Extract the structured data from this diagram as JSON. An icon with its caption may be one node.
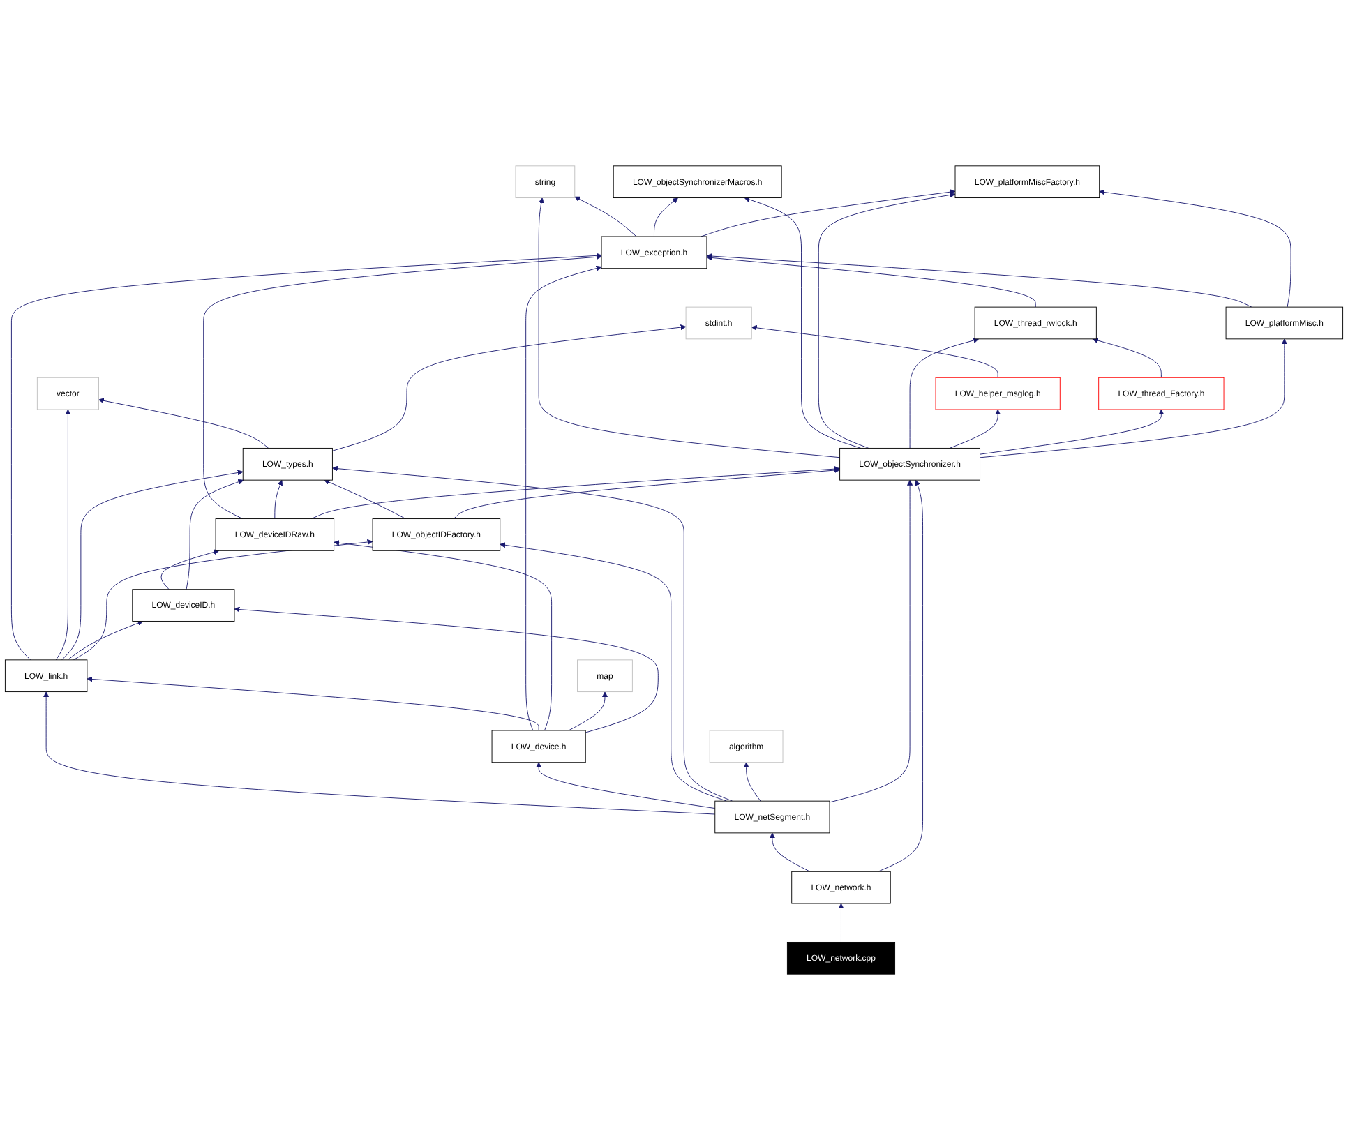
{
  "diagram": {
    "nodes": [
      {
        "text": [
          "string"
        ]
      },
      {
        "text": [
          "LOW_objectSynchronizerMacros.h"
        ]
      },
      {
        "text": [
          "LOW_platformMiscFactory.h"
        ]
      },
      {
        "text": [
          "LOW_exception.h"
        ]
      },
      {
        "text": [
          "stdint.h"
        ]
      },
      {
        "text": [
          "LOW_thread_rwlock.h"
        ]
      },
      {
        "text": [
          "LOW_platformMisc.h"
        ]
      },
      {
        "text": [
          "vector"
        ]
      },
      {
        "text": [
          "LOW_helper_msglog.h"
        ]
      },
      {
        "text": [
          "LOW_thread_Factory.h"
        ]
      },
      {
        "text": [
          "LOW_types.h"
        ]
      },
      {
        "text": [
          "LOW_objectSynchronizer.h"
        ]
      },
      {
        "text": [
          "LOW_deviceIDRaw.h"
        ]
      },
      {
        "text": [
          "LOW_deviceID.h"
        ]
      },
      {
        "text": [
          "LOW_objectIDFactory.h"
        ]
      },
      {
        "text": [
          "LOW_link.h"
        ]
      },
      {
        "text": [
          "map"
        ]
      },
      {
        "text": [
          "LOW_device.h"
        ]
      },
      {
        "text": [
          "algorithm"
        ]
      },
      {
        "text": [
          "LOW_netSegment.h"
        ]
      },
      {
        "text": [
          "LOW_network.h"
        ]
      },
      {
        "text": [
          "LOW_network.cpp"
        ]
      }
    ],
    "edges": [
      {
        "from": 3,
        "to": 0,
        "arrow": "to"
      },
      {
        "from": 3,
        "to": 1,
        "arrow": "to"
      },
      {
        "from": 3,
        "to": 2,
        "arrow": "to"
      },
      {
        "from": 5,
        "to": 3,
        "arrow": "to"
      },
      {
        "from": 6,
        "to": 3,
        "arrow": "to"
      },
      {
        "from": 6,
        "to": 2,
        "arrow": "to"
      },
      {
        "from": 8,
        "to": 4,
        "arrow": "to"
      },
      {
        "from": 9,
        "to": 5,
        "arrow": "to"
      },
      {
        "from": 11,
        "to": 0,
        "arrow": "to"
      },
      {
        "from": 11,
        "to": 1,
        "arrow": "to"
      },
      {
        "from": 11,
        "to": 2,
        "arrow": "to"
      },
      {
        "from": 11,
        "to": 5,
        "arrow": "to"
      },
      {
        "from": 11,
        "to": 8,
        "arrow": "to"
      },
      {
        "from": 11,
        "to": 9,
        "arrow": "to"
      },
      {
        "from": 11,
        "to": 6,
        "arrow": "to"
      },
      {
        "from": 10,
        "to": 7,
        "arrow": "to"
      },
      {
        "from": 10,
        "to": 4,
        "arrow": "to"
      },
      {
        "from": 12,
        "to": 3,
        "arrow": "to"
      },
      {
        "from": 12,
        "to": 10,
        "arrow": "to"
      },
      {
        "from": 12,
        "to": 11,
        "arrow": "to"
      },
      {
        "from": 13,
        "to": 12,
        "arrow": "to"
      },
      {
        "from": 13,
        "to": 10,
        "arrow": "to"
      },
      {
        "from": 14,
        "to": 10,
        "arrow": "to"
      },
      {
        "from": 14,
        "to": 11,
        "arrow": "to"
      },
      {
        "from": 15,
        "to": 3,
        "arrow": "to"
      },
      {
        "from": 15,
        "to": 7,
        "arrow": "to"
      },
      {
        "from": 15,
        "to": 10,
        "arrow": "to"
      },
      {
        "from": 15,
        "to": 13,
        "arrow": "to"
      },
      {
        "from": 15,
        "to": 14,
        "arrow": "to"
      },
      {
        "from": 17,
        "to": 3,
        "arrow": "to"
      },
      {
        "from": 17,
        "to": 15,
        "arrow": "to"
      },
      {
        "from": 17,
        "to": 12,
        "arrow": "to"
      },
      {
        "from": 17,
        "to": 16,
        "arrow": "to"
      },
      {
        "from": 17,
        "to": 13,
        "arrow": "to"
      },
      {
        "from": 19,
        "to": 15,
        "arrow": "to"
      },
      {
        "from": 19,
        "to": 17,
        "arrow": "to"
      },
      {
        "from": 19,
        "to": 14,
        "arrow": "to"
      },
      {
        "from": 19,
        "to": 10,
        "arrow": "to"
      },
      {
        "from": 19,
        "to": 18,
        "arrow": "to"
      },
      {
        "from": 19,
        "to": 11,
        "arrow": "to"
      },
      {
        "from": 20,
        "to": 19,
        "arrow": "to"
      },
      {
        "from": 20,
        "to": 11,
        "arrow": "to"
      },
      {
        "from": 21,
        "to": 20,
        "arrow": "to"
      }
    ]
  }
}
